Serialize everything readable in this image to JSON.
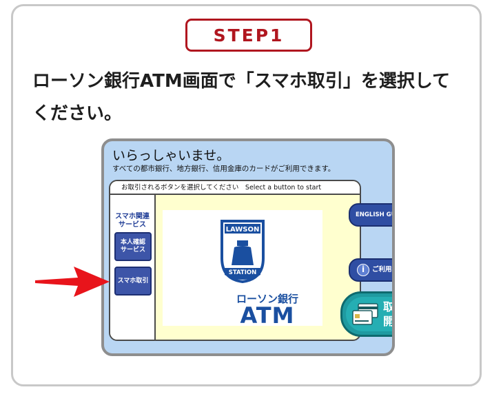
{
  "step_badge": "STEP1",
  "instruction": "ローソン銀行ATM画面で「スマホ取引」を選択してください。",
  "atm": {
    "greeting": "いらっしゃいませ。",
    "greeting_sub": "すべての都市銀行、地方銀行、信用金庫のカードがご利用できます。",
    "panel_header": "お取引されるボタンを選択してください　Select a button to start",
    "side_title": "スマホ関連\nサービス",
    "side_buttons": [
      "本人確認\nサービス",
      "スマホ取引"
    ],
    "logo_top": "LAWSON",
    "logo_bottom": "STATION",
    "logo_brand": "ローソン銀行",
    "logo_atm": "ATM",
    "english_button": "ENGLISH GUIDANCE",
    "guide_button": "ご利用案内",
    "info_icon_label": "i",
    "start_button": "取引\n開始"
  },
  "colors": {
    "step_red": "#b0161f",
    "screen_blue": "#b9d6f3",
    "button_blue": "#3d55a8",
    "start_teal": "#1f9aa0",
    "arrow_red": "#e8141b",
    "lawson_blue": "#1a4fa0"
  }
}
